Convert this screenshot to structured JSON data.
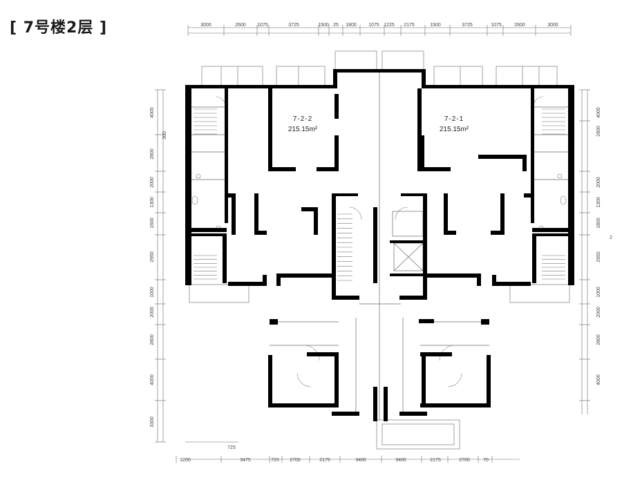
{
  "title": "[ 7号楼2层 ]",
  "units": [
    {
      "id": "7-2-2",
      "area": "215.15m²"
    },
    {
      "id": "7-2-1",
      "area": "215.15m²"
    }
  ],
  "dims": {
    "top": [
      "3000",
      "2600",
      "1075",
      "3725",
      "1500",
      "25",
      "1800",
      "1075",
      "1225",
      "2175",
      "1500",
      "3725",
      "1075",
      "2600",
      "3000"
    ],
    "bottom": [
      "3200",
      "3475",
      "725",
      "2700",
      "2175",
      "3400",
      "3400",
      "2175",
      "2700",
      "70"
    ],
    "left": [
      "4000",
      "2800",
      "2000",
      "1300",
      "1600",
      "2950",
      "1000",
      "2000",
      "2800",
      "4000",
      "3300"
    ],
    "right": [
      "4000",
      "2800",
      "2000",
      "1300",
      "1800",
      "2950",
      "1000",
      "2000",
      "2800",
      "4000"
    ],
    "misc_725": "725",
    "left_small": "300",
    "right_small": "2"
  },
  "colors": {
    "wall": "#000000",
    "line": "#555555",
    "light": "#9a9a9a"
  }
}
